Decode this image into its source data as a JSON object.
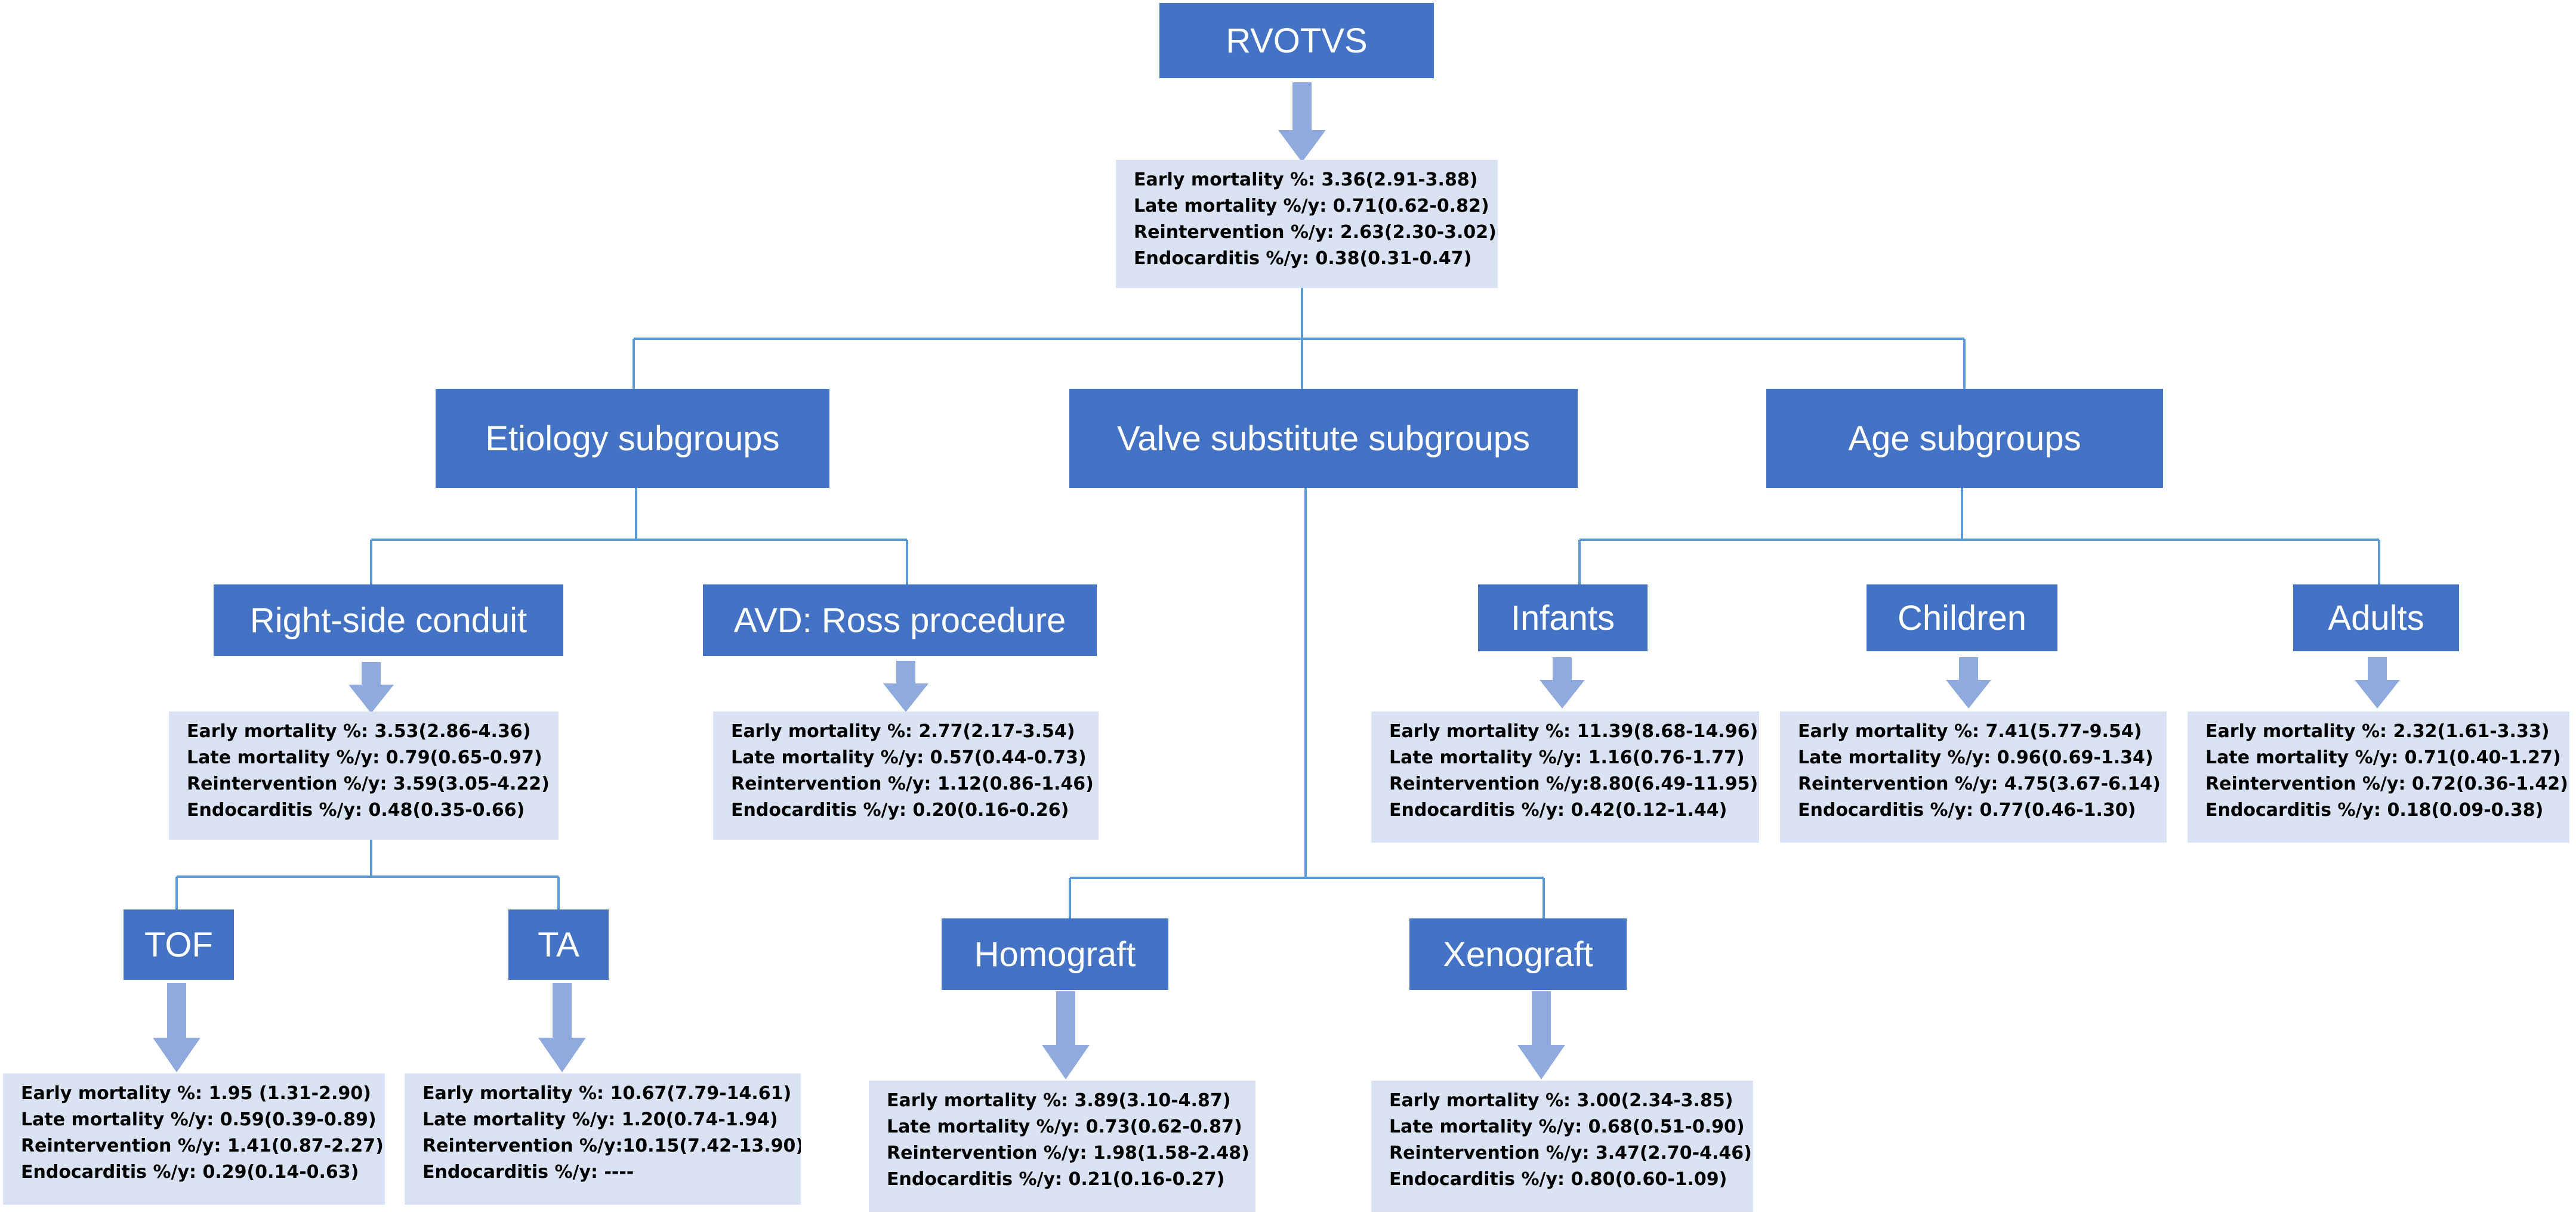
{
  "colors": {
    "header_fill": "#4472c4",
    "header_text": "#ffffff",
    "stats_fill": "#dae3f3",
    "connector": "#5b9bd5",
    "arrow": "#8faadc"
  },
  "nodes": {
    "root": {
      "title": "RVOTVS",
      "stats": [
        "Early mortality %: 3.36(2.91-3.88)",
        "Late mortality %/y: 0.71(0.62-0.82)",
        "Reintervention %/y: 2.63(2.30-3.02)",
        "Endocarditis %/y: 0.38(0.31-0.47)"
      ]
    },
    "etiology": {
      "title": "Etiology subgroups"
    },
    "valve": {
      "title": "Valve substitute subgroups"
    },
    "age": {
      "title": "Age subgroups"
    },
    "right_side": {
      "title": "Right-side conduit",
      "stats": [
        "Early mortality %: 3.53(2.86-4.36)",
        "Late mortality %/y: 0.79(0.65-0.97)",
        "Reintervention %/y: 3.59(3.05-4.22)",
        "Endocarditis %/y: 0.48(0.35-0.66)"
      ]
    },
    "ross": {
      "title": "AVD: Ross procedure",
      "stats": [
        "Early mortality %: 2.77(2.17-3.54)",
        "Late mortality %/y: 0.57(0.44-0.73)",
        "Reintervention %/y: 1.12(0.86-1.46)",
        "Endocarditis %/y: 0.20(0.16-0.26)"
      ]
    },
    "tof": {
      "title": "TOF",
      "stats": [
        "Early mortality %: 1.95 (1.31-2.90)",
        "Late mortality %/y: 0.59(0.39-0.89)",
        "Reintervention %/y: 1.41(0.87-2.27)",
        "Endocarditis %/y: 0.29(0.14-0.63)"
      ]
    },
    "ta": {
      "title": "TA",
      "stats": [
        "Early mortality %: 10.67(7.79-14.61)",
        "Late mortality %/y: 1.20(0.74-1.94)",
        "Reintervention %/y:10.15(7.42-13.90)",
        "Endocarditis %/y: ----"
      ]
    },
    "homograft": {
      "title": "Homograft",
      "stats": [
        "Early mortality %: 3.89(3.10-4.87)",
        "Late mortality %/y: 0.73(0.62-0.87)",
        "Reintervention %/y: 1.98(1.58-2.48)",
        "Endocarditis %/y: 0.21(0.16-0.27)"
      ]
    },
    "xenograft": {
      "title": "Xenograft",
      "stats": [
        "Early mortality %: 3.00(2.34-3.85)",
        "Late mortality %/y: 0.68(0.51-0.90)",
        "Reintervention %/y: 3.47(2.70-4.46)",
        "Endocarditis %/y: 0.80(0.60-1.09)"
      ]
    },
    "infants": {
      "title": "Infants",
      "stats": [
        "Early mortality %: 11.39(8.68-14.96)",
        "Late mortality %/y: 1.16(0.76-1.77)",
        "Reintervention %/y:8.80(6.49-11.95)",
        "Endocarditis %/y: 0.42(0.12-1.44)"
      ]
    },
    "children": {
      "title": "Children",
      "stats": [
        "Early mortality %: 7.41(5.77-9.54)",
        "Late mortality %/y: 0.96(0.69-1.34)",
        "Reintervention %/y: 4.75(3.67-6.14)",
        "Endocarditis %/y: 0.77(0.46-1.30)"
      ]
    },
    "adults": {
      "title": "Adults",
      "stats": [
        "Early mortality %: 2.32(1.61-3.33)",
        "Late mortality %/y: 0.71(0.40-1.27)",
        "Reintervention %/y: 0.72(0.36-1.42)",
        "Endocarditis %/y: 0.18(0.09-0.38)"
      ]
    }
  }
}
